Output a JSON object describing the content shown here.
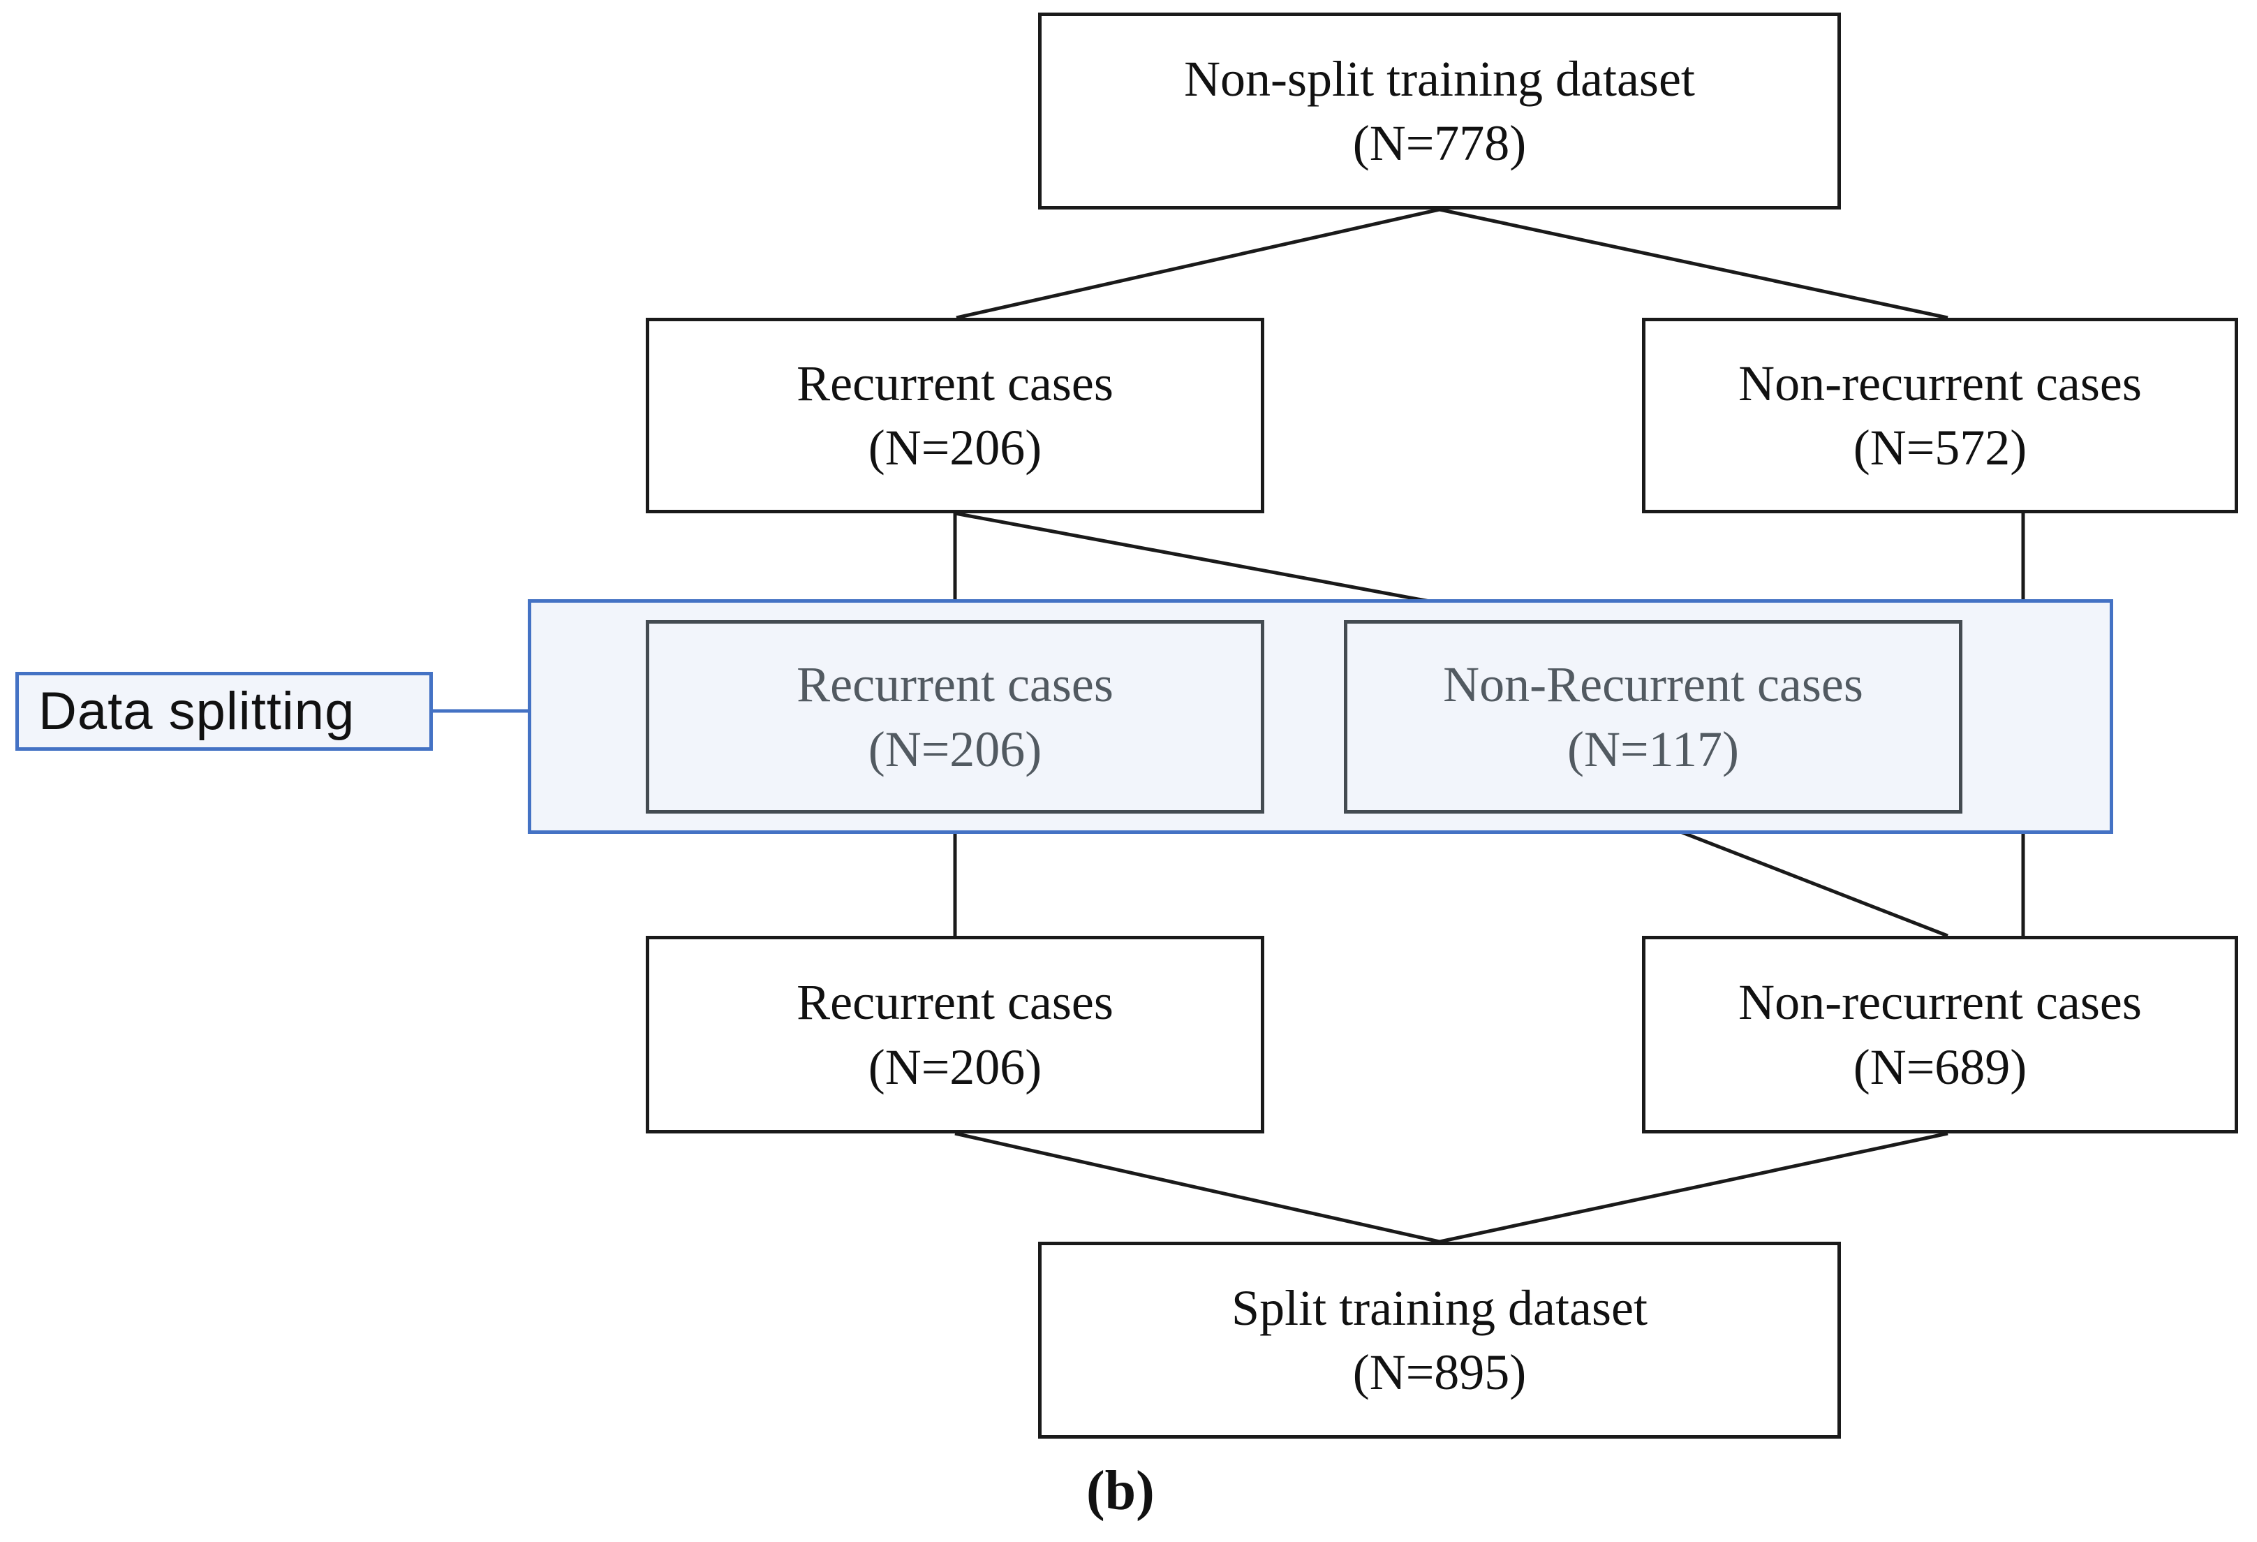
{
  "figure": {
    "caption": "(b)",
    "colors": {
      "band_border": "#4472C4",
      "band_fill": "#F2F5FB",
      "box_border": "#1A1A1A",
      "inner_box_border": "#444B51",
      "inner_text": "#525A61",
      "connector": "#1A1A1A"
    }
  },
  "nodes": {
    "source_dataset": {
      "line1": "Non-split training dataset",
      "line2": "(N=778)"
    },
    "recurrent_before": {
      "line1": "Recurrent cases",
      "line2": "(N=206)"
    },
    "non_recurrent_before": {
      "line1": "Non-recurrent cases",
      "line2": "(N=572)"
    },
    "recurrent_split": {
      "line1": "Recurrent cases",
      "line2": "(N=206)"
    },
    "non_recurrent_split": {
      "line1": "Non-Recurrent cases",
      "line2": "(N=117)"
    },
    "recurrent_after": {
      "line1": "Recurrent cases",
      "line2": "(N=206)"
    },
    "non_recurrent_after": {
      "line1": "Non-recurrent cases",
      "line2": "(N=689)"
    },
    "result_dataset": {
      "line1": "Split training dataset",
      "line2": "(N=895)"
    }
  },
  "annotation": {
    "data_splitting_label": "Data splitting"
  },
  "chart_data": {
    "type": "diagram",
    "title": "Data splitting flow for training dataset",
    "nodes": [
      {
        "id": "source_dataset",
        "label": "Non-split training dataset",
        "n": 778,
        "row": 1
      },
      {
        "id": "recurrent_before",
        "label": "Recurrent cases",
        "n": 206,
        "row": 2
      },
      {
        "id": "non_recurrent_before",
        "label": "Non-recurrent cases",
        "n": 572,
        "row": 2
      },
      {
        "id": "recurrent_split",
        "label": "Recurrent cases",
        "n": 206,
        "row": 3
      },
      {
        "id": "non_recurrent_split",
        "label": "Non-Recurrent cases",
        "n": 117,
        "row": 3
      },
      {
        "id": "recurrent_after",
        "label": "Recurrent cases",
        "n": 206,
        "row": 4
      },
      {
        "id": "non_recurrent_after",
        "label": "Non-recurrent cases",
        "n": 689,
        "row": 4
      },
      {
        "id": "result_dataset",
        "label": "Split training dataset",
        "n": 895,
        "row": 5
      }
    ],
    "edges": [
      {
        "from": "source_dataset",
        "to": "recurrent_before"
      },
      {
        "from": "source_dataset",
        "to": "non_recurrent_before"
      },
      {
        "from": "recurrent_before",
        "to": "recurrent_split"
      },
      {
        "from": "recurrent_before",
        "to": "non_recurrent_split"
      },
      {
        "from": "non_recurrent_before",
        "to": "non_recurrent_after"
      },
      {
        "from": "recurrent_split",
        "to": "recurrent_after"
      },
      {
        "from": "non_recurrent_split",
        "to": "non_recurrent_after"
      },
      {
        "from": "recurrent_after",
        "to": "result_dataset"
      },
      {
        "from": "non_recurrent_after",
        "to": "result_dataset"
      }
    ],
    "highlight_group": {
      "label": "Data splitting",
      "members": [
        "recurrent_split",
        "non_recurrent_split"
      ]
    }
  }
}
